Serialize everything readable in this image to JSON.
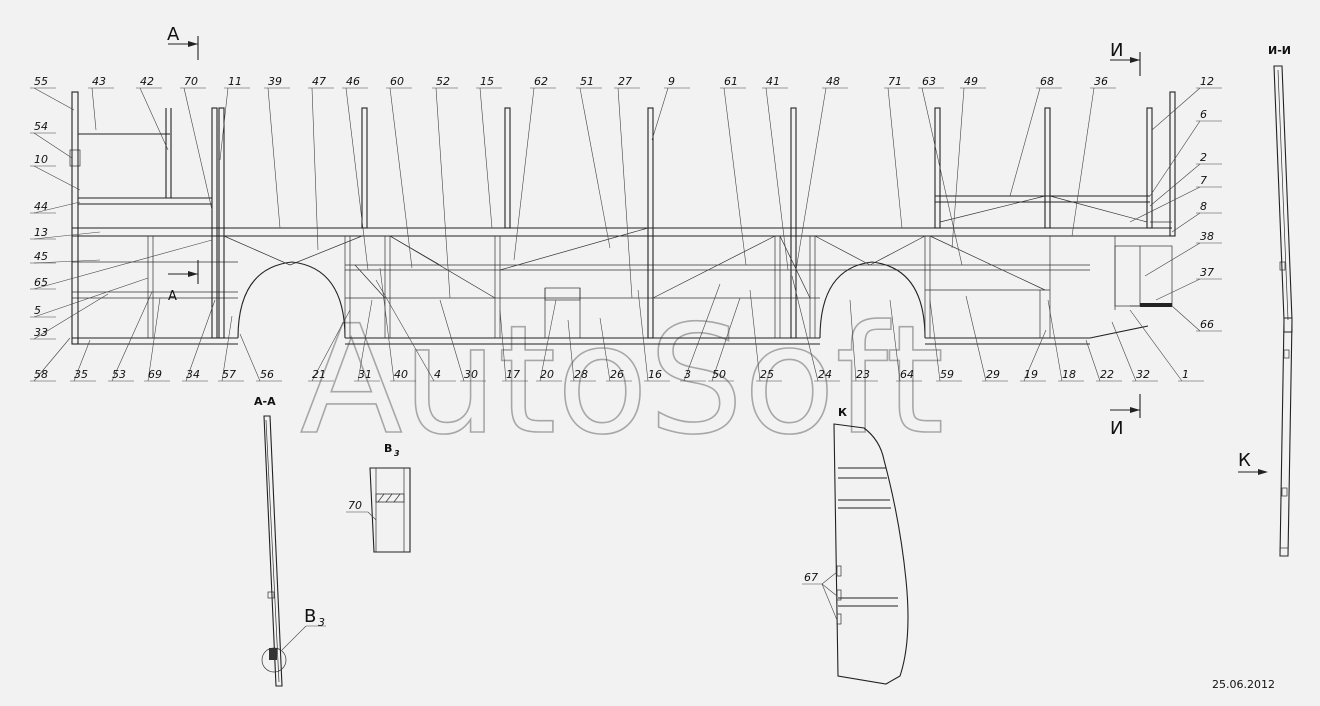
{
  "labels_top": [
    "55",
    "43",
    "42",
    "70",
    "11",
    "39",
    "47",
    "46",
    "60",
    "52",
    "15",
    "62",
    "51",
    "27",
    "9",
    "61",
    "41",
    "48",
    "71",
    "63",
    "49",
    "68",
    "36",
    "12"
  ],
  "labels_left": [
    "54",
    "10",
    "44",
    "13",
    "45",
    "65",
    "5",
    "33"
  ],
  "labels_right": [
    "6",
    "2",
    "7",
    "8",
    "38",
    "37",
    "66"
  ],
  "labels_bottom": [
    "58",
    "35",
    "53",
    "69",
    "34",
    "57",
    "56",
    "21",
    "31",
    "40",
    "4",
    "30",
    "17",
    "20",
    "28",
    "26",
    "16",
    "3",
    "50",
    "25",
    "24",
    "23",
    "64",
    "59",
    "29",
    "19",
    "18",
    "22",
    "32",
    "1"
  ],
  "section_marks": {
    "a": "А",
    "a_small": "А",
    "i": "И",
    "i_bottom": "И",
    "view_k": "К",
    "k_label": "К"
  },
  "section_titles": {
    "aa": "А-А",
    "ii": "И-И",
    "b3": "В",
    "b3_sub": "3",
    "k": "К"
  },
  "detail_labels": {
    "b3_ref": "В",
    "b3_ref_sub": "3",
    "d70": "70",
    "d67": "67"
  },
  "watermark": "AutoSoft",
  "date": "25.06.2012"
}
